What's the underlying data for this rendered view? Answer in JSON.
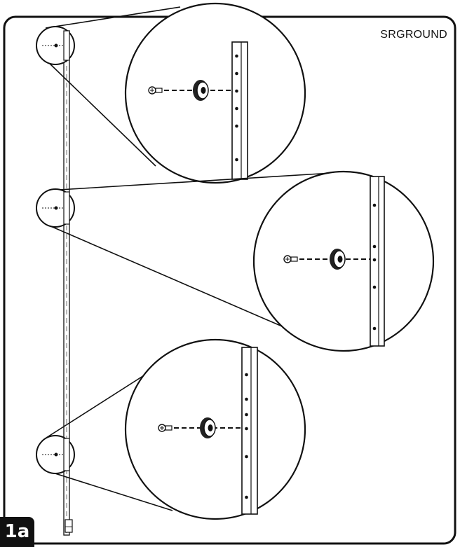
{
  "diagram": {
    "model_label": "SRGROUND",
    "figure_label": "1a",
    "colors": {
      "stroke": "#111111",
      "background": "#ffffff",
      "badge": "#111111",
      "badge_text": "#ffffff"
    },
    "callouts": [
      {
        "name": "top",
        "part": "ground-screw-and-washer"
      },
      {
        "name": "middle",
        "part": "ground-screw-and-washer"
      },
      {
        "name": "bottom",
        "part": "ground-screw-and-washer"
      }
    ]
  }
}
